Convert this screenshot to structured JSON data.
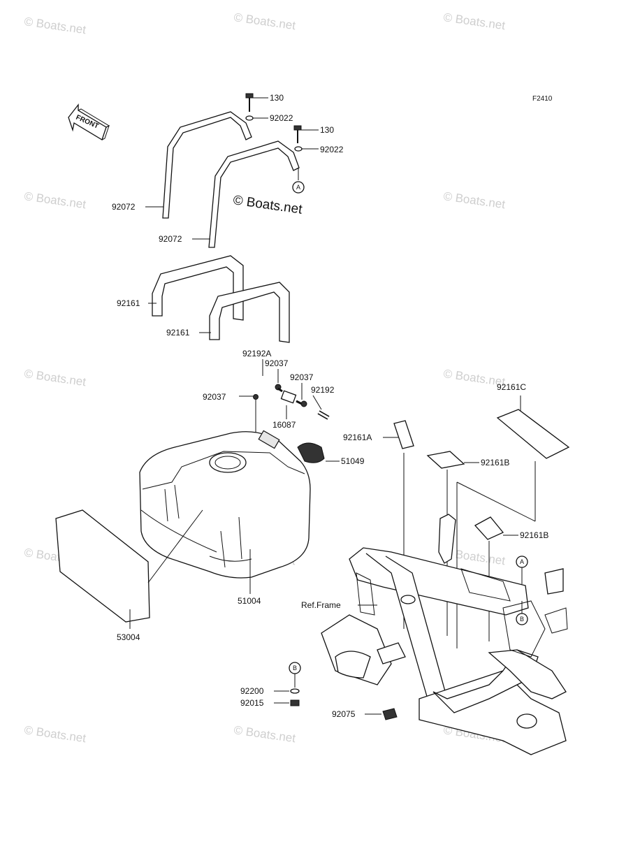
{
  "figure_code": "F2410",
  "front_label": "FRONT",
  "watermark": "© Boats.net",
  "center_watermark": "© Boats.net",
  "labels": {
    "p130_a": "130",
    "p92022_a": "92022",
    "p130_b": "130",
    "p92022_b": "92022",
    "p92072_a": "92072",
    "p92072_b": "92072",
    "p92161_a": "92161",
    "p92161_b": "92161",
    "p92192A": "92192A",
    "p92037_a": "92037",
    "p92037_b": "92037",
    "p92192": "92192",
    "p92037_c": "92037",
    "p16087": "16087",
    "p51049": "51049",
    "p51004": "51004",
    "p53004": "53004",
    "p92161C": "92161C",
    "p92161A": "92161A",
    "p92161B_a": "92161B",
    "p92161B_b": "92161B",
    "ref_frame": "Ref.Frame",
    "p92200": "92200",
    "p92015": "92015",
    "p92075": "92075"
  },
  "callouts": {
    "a_top": "A",
    "a_frame": "A",
    "b_frame": "B",
    "b_bottom": "B"
  }
}
